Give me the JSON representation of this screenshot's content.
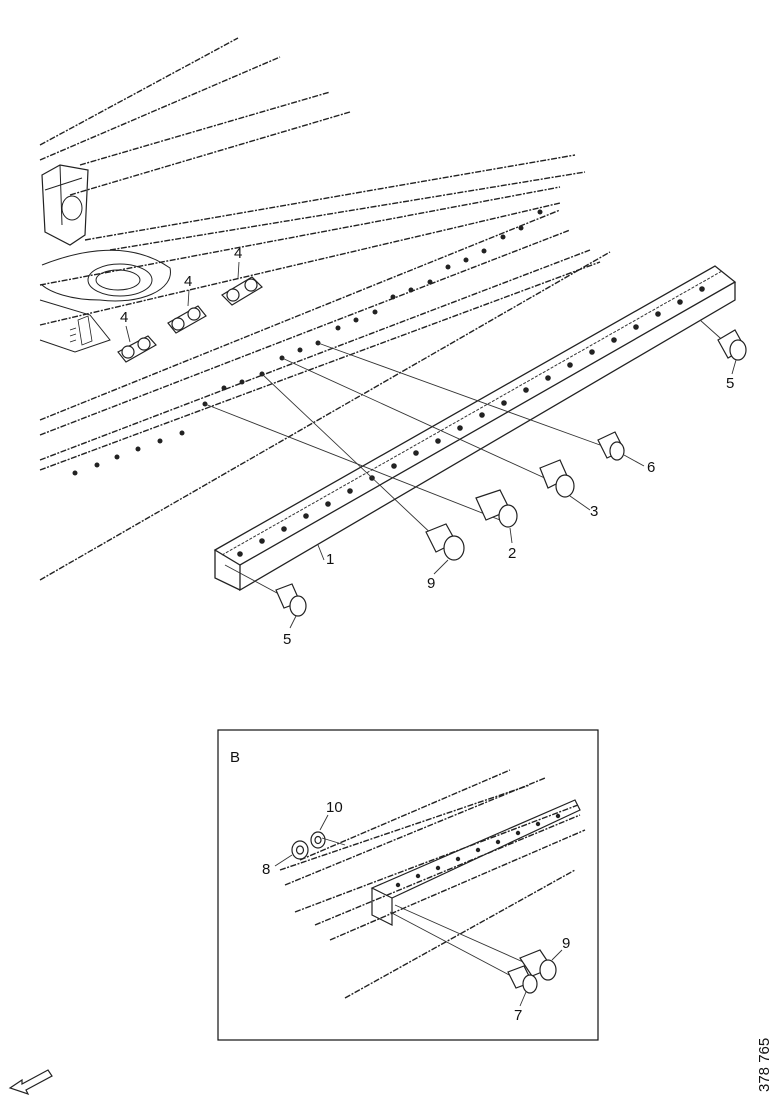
{
  "detail_label": "B",
  "drawing_number": "378 765",
  "callouts_main": [
    "4",
    "4",
    "4",
    "5",
    "5",
    "6",
    "3",
    "2",
    "9",
    "1"
  ],
  "callouts_detail": [
    "10",
    "8",
    "9",
    "7"
  ],
  "direction_arrow": "arrow-left-down-icon"
}
